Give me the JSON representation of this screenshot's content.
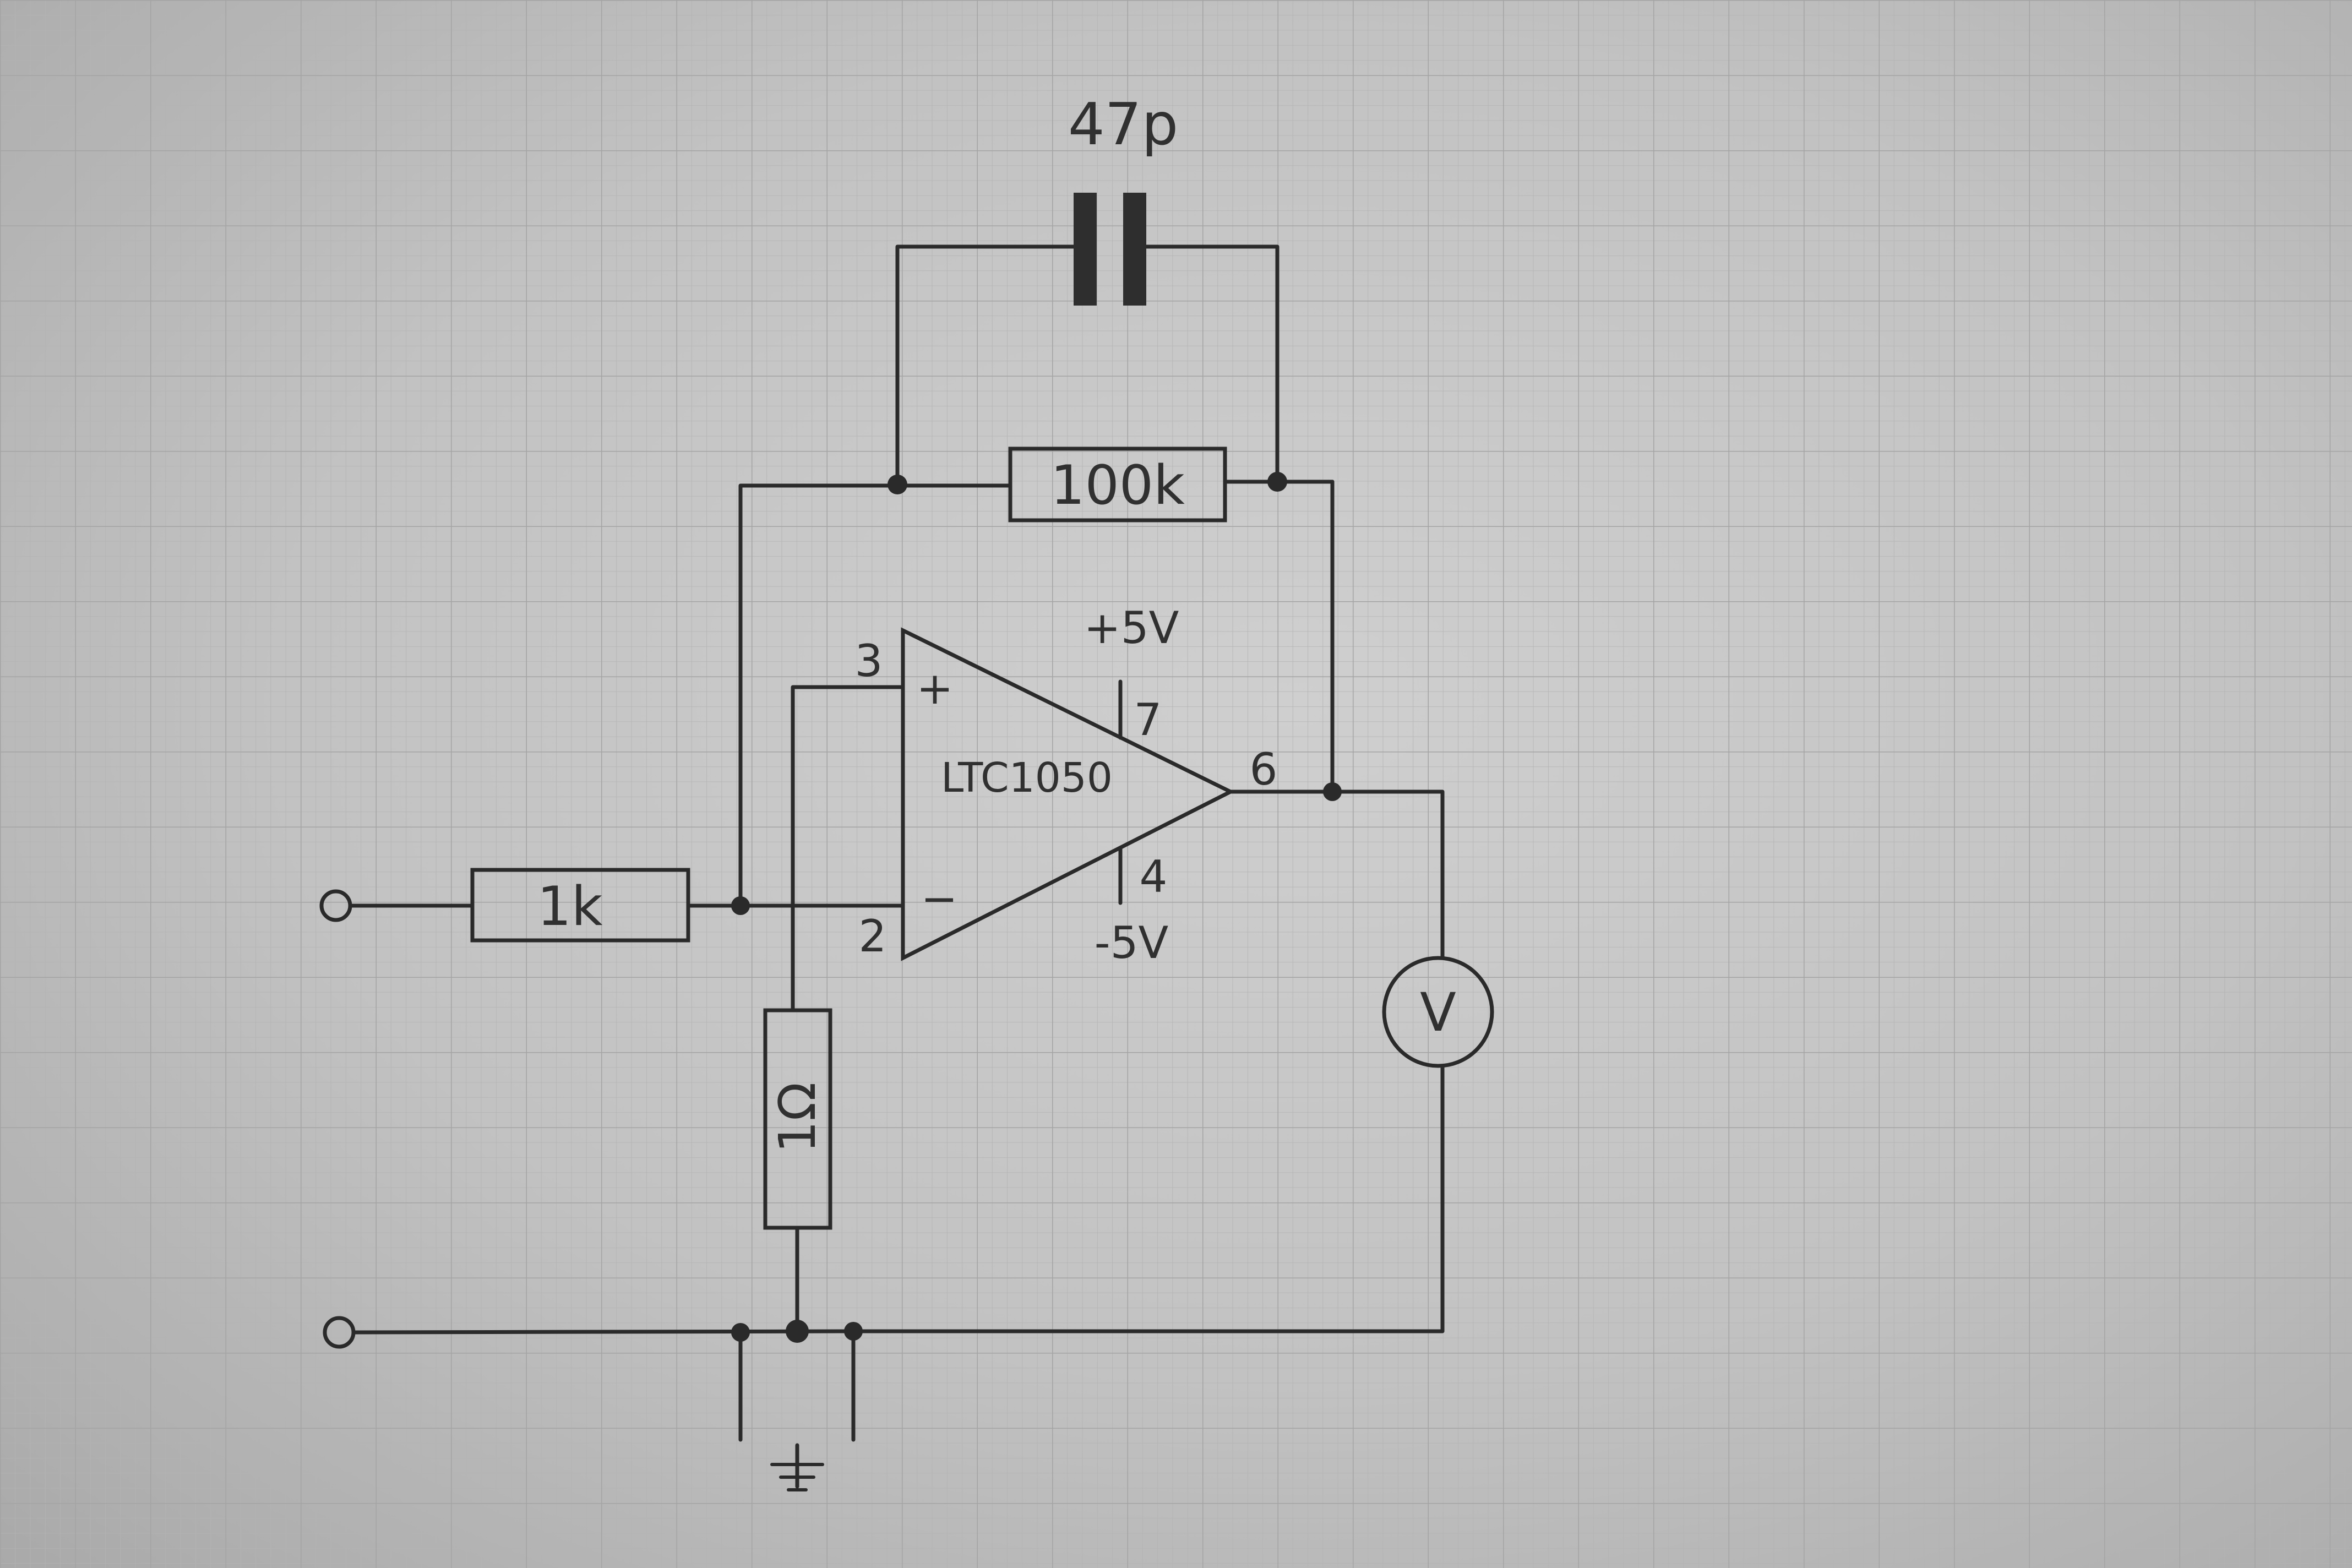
{
  "colors": {
    "paper": "#c7c7c7",
    "grid_fine": "#b3b3b3",
    "grid_major": "#a4a4a4",
    "ink": "#2a2a2a"
  },
  "labels": {
    "capacitor": "47p",
    "feedback_resistor": "100k",
    "input_resistor": "1k",
    "sense_resistor": "1Ω",
    "opamp_part": "LTC1050",
    "positive_supply": "+5V",
    "negative_supply": "-5V",
    "pin_noninverting": "3",
    "pin_inverting": "2",
    "pin_output": "6",
    "pin_vplus": "7",
    "pin_vminus": "4",
    "plus_sign": "+",
    "minus_sign": "−",
    "meter": "V"
  }
}
